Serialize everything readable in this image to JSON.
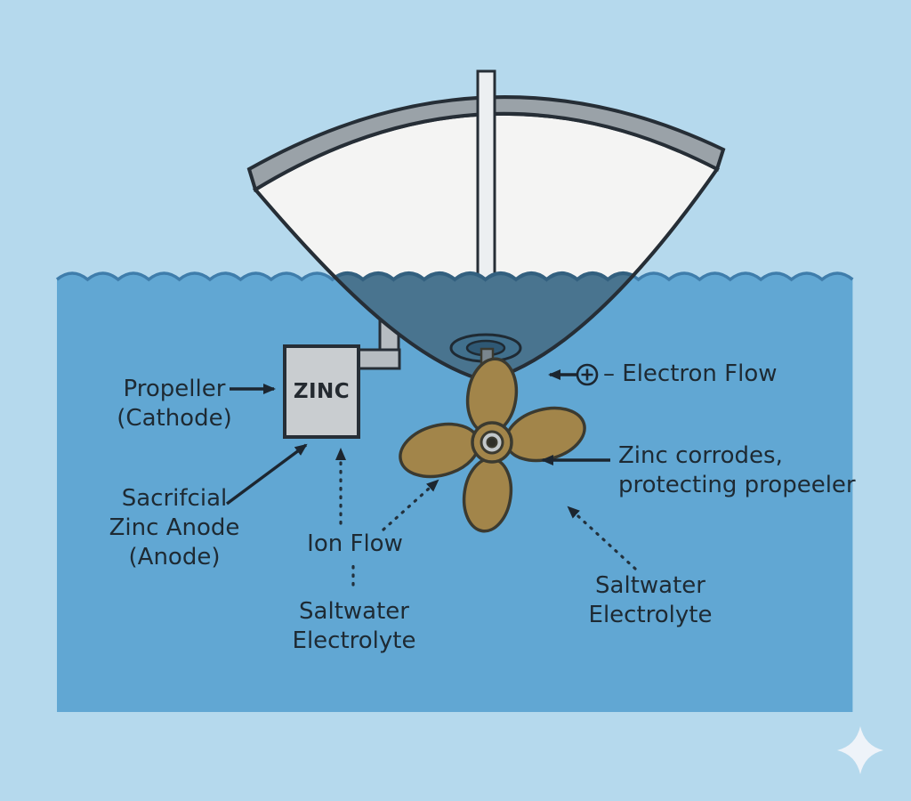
{
  "labels": {
    "zinc_block": "ZINC",
    "propeller_cathode": [
      "Propeller",
      "(Cathode)"
    ],
    "sacrificial_anode": [
      "Sacrifcial",
      "Zinc Anode",
      "(Anode)"
    ],
    "ion_flow": "Ion Flow",
    "saltwater_electrolyte_left": [
      "Saltwater",
      "Electrolyte"
    ],
    "electron_flow": "– Electron Flow",
    "zinc_corrodes": [
      "Zinc corrodes,",
      "protecting propeeler"
    ],
    "saltwater_electrolyte_right": [
      "Saltwater",
      "Electrolyte"
    ]
  },
  "icons": {
    "plus_circle": "plus-circle-icon",
    "sparkle": "sparkle-icon"
  },
  "colors": {
    "background": "#b5d9ed",
    "water": "#61a7d3",
    "waterline": "#3f7dab",
    "submerged_hull": "#49748f",
    "hull": "#f4f4f3",
    "rim": "#9aa2a8",
    "zinc_block": "#c9cdd0",
    "propeller": "#a2854a",
    "outline": "#262e36",
    "text": "#1e2a33"
  }
}
